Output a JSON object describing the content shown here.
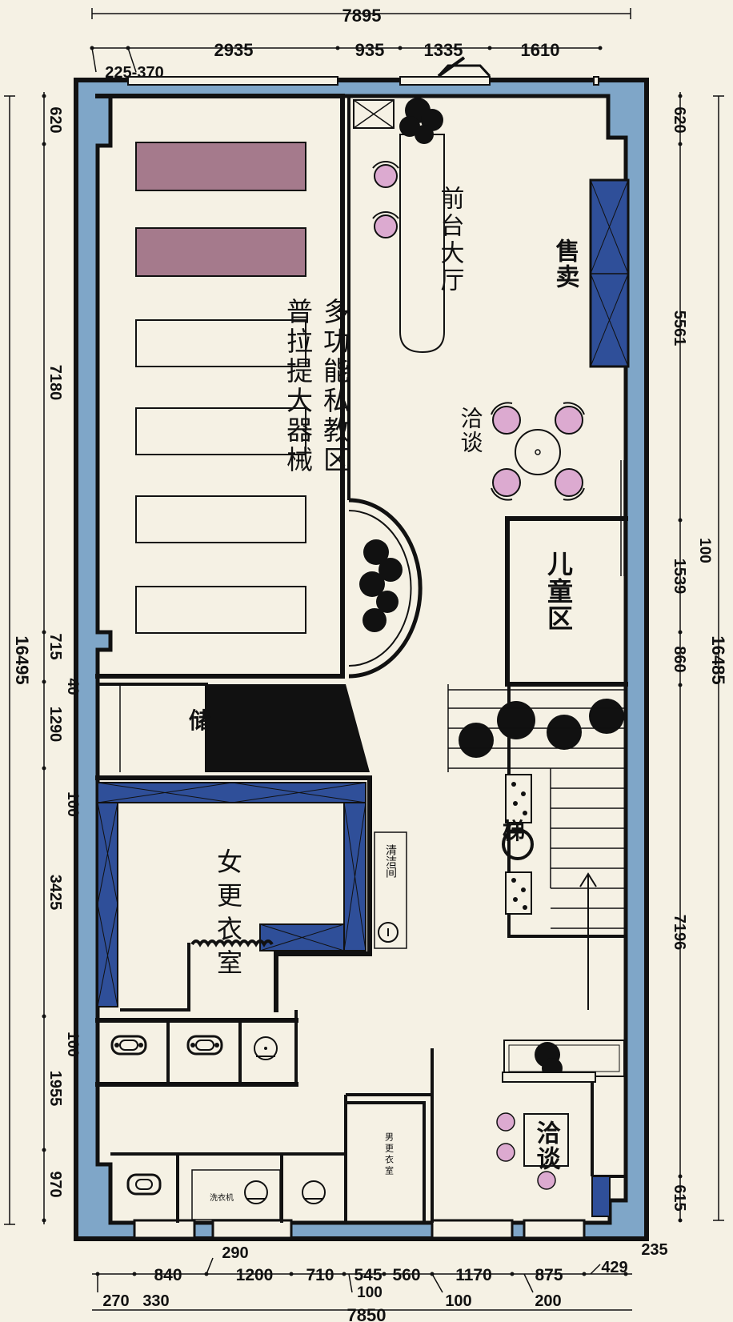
{
  "colors": {
    "background": "#f5f1e4",
    "outer_wall": "#7fa6c8",
    "cabinet_blue": "#2f4f99",
    "reformer": "#a57a8c",
    "chair_pink": "#dcaad0"
  },
  "dimensions": {
    "top_total": "7895",
    "top_segments": [
      "2935",
      "935",
      "1335",
      "1610"
    ],
    "top_small": "225-370",
    "bottom_total": "7850",
    "bottom_segments": [
      "840",
      "1200",
      "710",
      "545",
      "560",
      "1170",
      "875"
    ],
    "bottom_small": [
      "270",
      "330",
      "100",
      "100",
      "200",
      "290",
      "429",
      "235"
    ],
    "left_total": "16495",
    "left_segments": [
      "620",
      "7180",
      "715",
      "40",
      "1290",
      "100",
      "3425",
      "100",
      "1955",
      "970"
    ],
    "right_total": "16485",
    "right_segments": [
      "620",
      "5561",
      "100",
      "1539",
      "860",
      "7196",
      "615"
    ]
  },
  "rooms": {
    "reception": "前台大厅",
    "sales": "售卖",
    "consult_top": "洽谈",
    "kids": "儿童区",
    "pilates": "普拉提大器械",
    "pilates_sub": "多功能私教区",
    "store": "储",
    "women_changing": "女更衣室",
    "laundry": "清洁间",
    "stairs_area": "梯",
    "consult_bottom": "洽谈",
    "men_changing": "男更衣室",
    "washer": "洗衣机"
  }
}
